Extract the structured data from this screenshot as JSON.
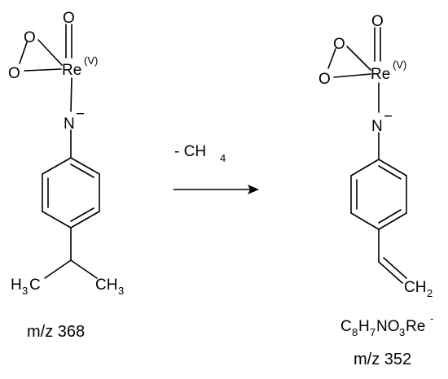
{
  "reactant": {
    "atoms": {
      "o_top": "O",
      "o_left_upper": "O",
      "o_left_lower": "O",
      "re": "Re",
      "re_ox": "(V)",
      "n": "N",
      "n_charge": "−",
      "h_left": "H",
      "h_left_sub": "3",
      "c_left": "C",
      "ch3_right": "CH",
      "ch3_right_sub": "3"
    },
    "mz_label": "m/z 368"
  },
  "arrow": {
    "label_prefix": "- CH",
    "label_sub": "4"
  },
  "product": {
    "atoms": {
      "o_top": "O",
      "o_left_upper": "O",
      "o_left_lower": "O",
      "re": "Re",
      "re_ox": "(V)",
      "n": "N",
      "n_charge": "−",
      "ch2": "CH",
      "ch2_sub": "2"
    },
    "formula": {
      "c": "C",
      "c_sub": "8",
      "h": "H",
      "h_sub": "7",
      "no": "NO",
      "o_sub": "3",
      "re": "Re",
      "charge": "-"
    },
    "mz_label": "m/z 352"
  }
}
